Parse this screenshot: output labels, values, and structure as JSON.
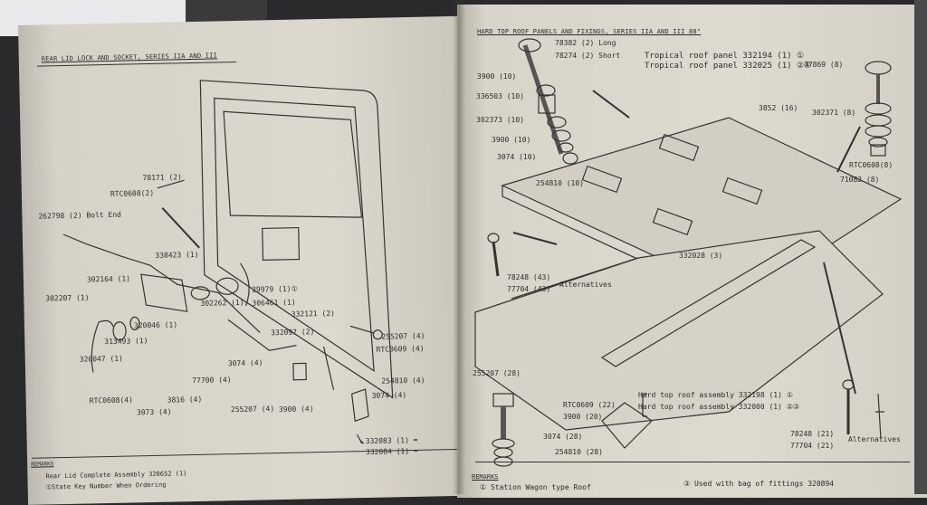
{
  "left_page": {
    "title": "REAR LID LOCK AND SOCKET, SERIES IIA AND III",
    "labels": [
      "78171 (2)",
      "RTC0608(2)",
      "262798 (2) Bolt End",
      "338423 (1)",
      "302164 (1)",
      "302207 (1)",
      "29979 (1)①",
      "302262 (1)",
      "306461 (1)",
      "320046 (1)",
      "313493 (1)",
      "332121 (2)",
      "332097 (2)",
      "320047 (1)",
      "77700 (4)",
      "3074 (4)",
      "RTC0608(4)",
      "3816 (4)",
      "3073 (4)",
      "255207 (4)",
      "3900 (4)",
      "255207 (4)",
      "RTC0609 (4)",
      "254810 (4)",
      "3074 (4)",
      "332083 (1) ➦",
      "332084 (1) ⬅"
    ],
    "remarks_heading": "REMARKS",
    "remarks": [
      "Rear Lid Complete Assembly 320652 (1)",
      "①State Key Number When Ordering"
    ]
  },
  "right_page": {
    "title": "HARD TOP ROOF PANELS AND FIXINGS, SERIES IIA AND III 88\"",
    "labels": [
      "78382 (2) Long",
      "78274 (2) Short",
      "Tropical roof panel 332194 (1) ①",
      "Tropical roof panel 332025 (1) ②④",
      "77869 (8)",
      "3900 (10)",
      "336503 (10)",
      "302373 (10)",
      "3900 (10)",
      "3074 (10)",
      "254810 (10)",
      "3852 (16)",
      "302371 (8)",
      "RTC0608(8)",
      "71082 (8)",
      "332028 (3)",
      "78248 (43)",
      "77704 (43)",
      "Alternatives",
      "255207 (28)",
      "RTC0609 (22)",
      "3900 (20)",
      "3074 (28)",
      "254810 (28)",
      "Hard top roof assembly 332198 (1) ①",
      "Hard top roof assembly 332000 (1) ②③",
      "78248 (21)",
      "77704 (21)",
      "Alternatives"
    ],
    "remarks_heading": "REMARKS",
    "remarks": [
      "① Station Wagon type Roof",
      "③ Used with bag of fittings 320894"
    ]
  },
  "colors": {
    "paper": "#dcd8ce",
    "ink": "#2d2c2b"
  }
}
